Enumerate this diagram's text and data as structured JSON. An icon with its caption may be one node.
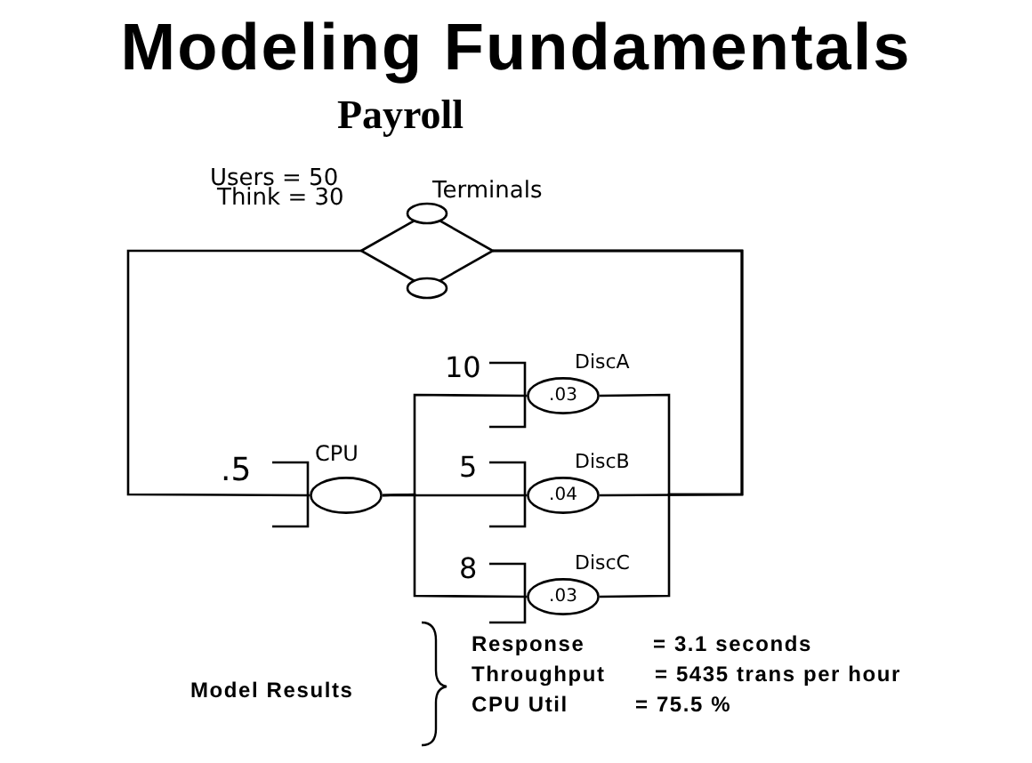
{
  "diagram": {
    "title": "Modeling Fundamentals",
    "nodes": [
      {
        "text": [
          "Terminals"
        ],
        "beside": [
          "Users = 50",
          "Think = 30"
        ]
      },
      {
        "text": [
          "CPU"
        ],
        "beside": [
          ".5"
        ]
      },
      {
        "text": [
          "DiscA",
          ".03"
        ],
        "beside": [
          "10"
        ]
      },
      {
        "text": [
          "DiscB",
          ".04"
        ],
        "beside": [
          "5"
        ]
      },
      {
        "text": [
          "DiscC",
          ".03"
        ],
        "beside": [
          "8"
        ]
      }
    ],
    "edges": [
      {
        "from": 0,
        "to": 1,
        "arrow": "none"
      },
      {
        "from": 1,
        "to": 2,
        "arrow": "none"
      },
      {
        "from": 1,
        "to": 3,
        "arrow": "none"
      },
      {
        "from": 1,
        "to": 4,
        "arrow": "none"
      },
      {
        "from": 2,
        "to": 0,
        "arrow": "none"
      },
      {
        "from": 3,
        "to": 0,
        "arrow": "none"
      },
      {
        "from": 4,
        "to": 0,
        "arrow": "none"
      }
    ],
    "labels": [
      "Payroll",
      "Model Results",
      "Response",
      "= 3.1 seconds",
      "Throughput",
      "= 5435 trans per hour",
      "CPU Util",
      "= 75.5 %"
    ]
  }
}
